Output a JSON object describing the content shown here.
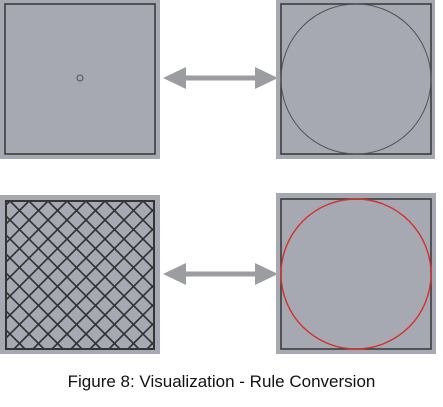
{
  "caption": "Figure 8: Visualization - Rule Conversion",
  "colors": {
    "panel_fill": "#a6a9b1",
    "panel_border": "#353535",
    "arrow": "#9c9da0",
    "circle_line": "#505358",
    "red_circle": "#d42f2f",
    "hatch": "#2f3134"
  },
  "rows": [
    {
      "left_panel": {
        "content": "small-point"
      },
      "arrow": {
        "direction": "bidirectional"
      },
      "right_panel": {
        "content": "inscribed-circle"
      }
    },
    {
      "left_panel": {
        "content": "diagonal-crosshatch"
      },
      "arrow": {
        "direction": "bidirectional"
      },
      "right_panel": {
        "content": "inscribed-red-circle"
      }
    }
  ]
}
